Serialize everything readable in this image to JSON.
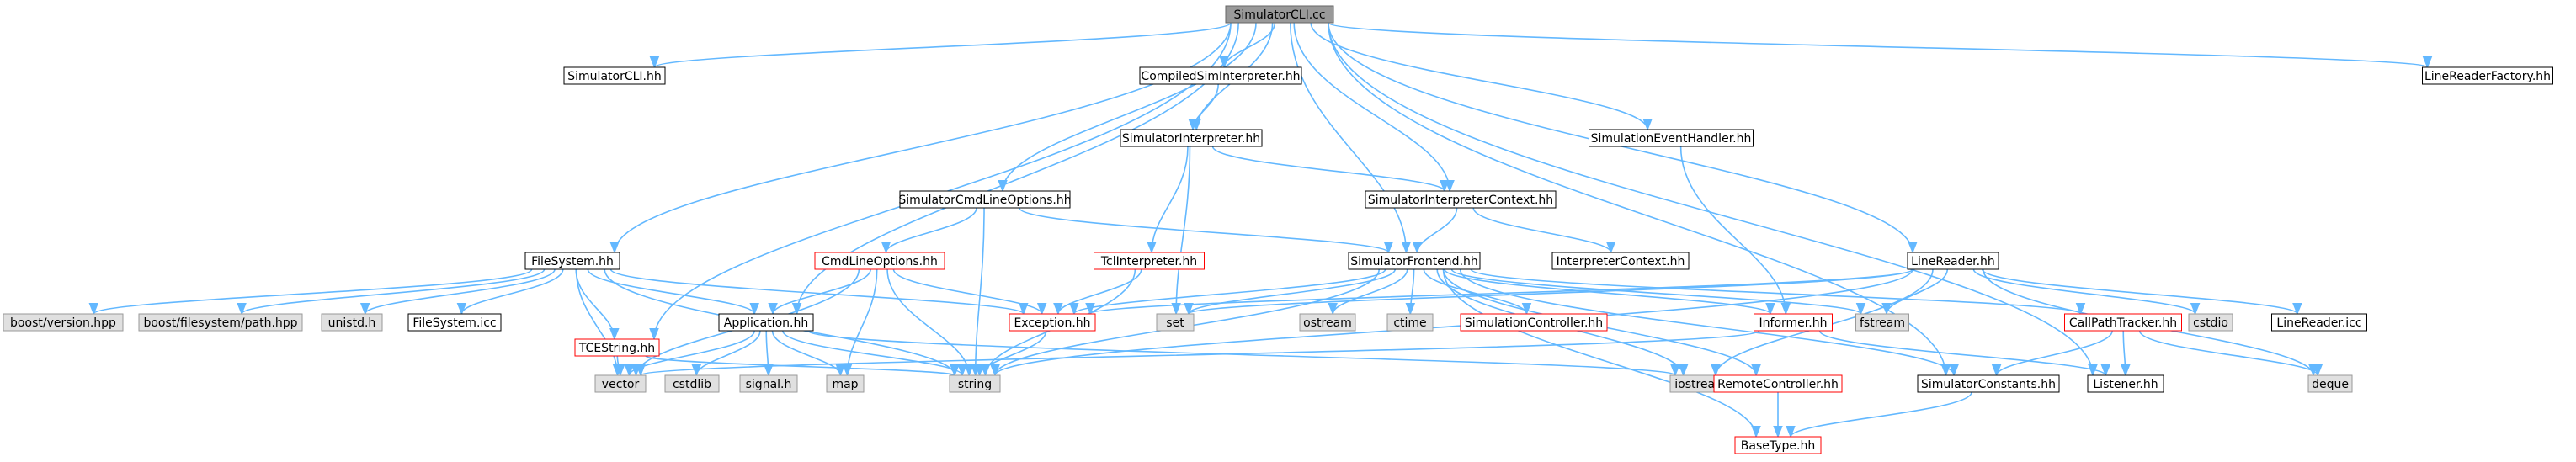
{
  "graph": {
    "colors": {
      "edge": "#63b8ff",
      "border_plain": "#000000",
      "border_trunc": "#ff0000",
      "border_system": "#999999",
      "fill_plain": "#ffffff",
      "fill_system": "#e0e0e0",
      "fill_root": "#999999"
    },
    "nodes": [
      {
        "id": "root",
        "label": "SimulatorCLI.cc",
        "kind": "root"
      },
      {
        "id": "simcli_hh",
        "label": "SimulatorCLI.hh",
        "kind": "plain"
      },
      {
        "id": "compiled",
        "label": "CompiledSimInterpreter.hh",
        "kind": "plain"
      },
      {
        "id": "linefactory",
        "label": "LineReaderFactory.hh",
        "kind": "plain"
      },
      {
        "id": "siminterp",
        "label": "SimulatorInterpreter.hh",
        "kind": "plain"
      },
      {
        "id": "simevent",
        "label": "SimulationEventHandler.hh",
        "kind": "plain"
      },
      {
        "id": "cmdlineopts",
        "label": "SimulatorCmdLineOptions.hh",
        "kind": "plain"
      },
      {
        "id": "interpctx",
        "label": "SimulatorInterpreterContext.hh",
        "kind": "plain"
      },
      {
        "id": "filesystem",
        "label": "FileSystem.hh",
        "kind": "plain"
      },
      {
        "id": "cmdline",
        "label": "CmdLineOptions.hh",
        "kind": "trunc"
      },
      {
        "id": "tclinterp",
        "label": "TclInterpreter.hh",
        "kind": "trunc"
      },
      {
        "id": "frontend",
        "label": "SimulatorFrontend.hh",
        "kind": "plain"
      },
      {
        "id": "interpctx2",
        "label": "InterpreterContext.hh",
        "kind": "plain"
      },
      {
        "id": "linereader",
        "label": "LineReader.hh",
        "kind": "plain"
      },
      {
        "id": "boostver",
        "label": "boost/version.hpp",
        "kind": "system"
      },
      {
        "id": "boostpath",
        "label": "boost/filesystem/path.hpp",
        "kind": "system"
      },
      {
        "id": "unistd",
        "label": "unistd.h",
        "kind": "system"
      },
      {
        "id": "fsicc",
        "label": "FileSystem.icc",
        "kind": "plain"
      },
      {
        "id": "tcestring",
        "label": "TCEString.hh",
        "kind": "trunc"
      },
      {
        "id": "application",
        "label": "Application.hh",
        "kind": "plain"
      },
      {
        "id": "exception",
        "label": "Exception.hh",
        "kind": "trunc"
      },
      {
        "id": "set",
        "label": "set",
        "kind": "system"
      },
      {
        "id": "ostream",
        "label": "ostream",
        "kind": "system"
      },
      {
        "id": "ctime",
        "label": "ctime",
        "kind": "system"
      },
      {
        "id": "simctrl",
        "label": "SimulationController.hh",
        "kind": "trunc"
      },
      {
        "id": "informer",
        "label": "Informer.hh",
        "kind": "trunc"
      },
      {
        "id": "fstream",
        "label": "fstream",
        "kind": "system"
      },
      {
        "id": "callpath",
        "label": "CallPathTracker.hh",
        "kind": "trunc"
      },
      {
        "id": "cstdio",
        "label": "cstdio",
        "kind": "system"
      },
      {
        "id": "lricc",
        "label": "LineReader.icc",
        "kind": "plain"
      },
      {
        "id": "vector",
        "label": "vector",
        "kind": "system"
      },
      {
        "id": "cstdlib",
        "label": "cstdlib",
        "kind": "system"
      },
      {
        "id": "signalh",
        "label": "signal.h",
        "kind": "system"
      },
      {
        "id": "map",
        "label": "map",
        "kind": "system"
      },
      {
        "id": "string",
        "label": "string",
        "kind": "system"
      },
      {
        "id": "iostream",
        "label": "iostream",
        "kind": "system"
      },
      {
        "id": "remotectrl",
        "label": "RemoteController.hh",
        "kind": "trunc"
      },
      {
        "id": "simconst",
        "label": "SimulatorConstants.hh",
        "kind": "plain"
      },
      {
        "id": "listener",
        "label": "Listener.hh",
        "kind": "plain"
      },
      {
        "id": "deque",
        "label": "deque",
        "kind": "system"
      },
      {
        "id": "basetype",
        "label": "BaseType.hh",
        "kind": "trunc"
      }
    ],
    "edges": [
      [
        "root",
        "simcli_hh"
      ],
      [
        "root",
        "compiled"
      ],
      [
        "root",
        "linefactory"
      ],
      [
        "root",
        "siminterp"
      ],
      [
        "root",
        "simevent"
      ],
      [
        "root",
        "cmdlineopts"
      ],
      [
        "root",
        "interpctx"
      ],
      [
        "root",
        "filesystem"
      ],
      [
        "root",
        "tcestring"
      ],
      [
        "root",
        "application"
      ],
      [
        "root",
        "frontend"
      ],
      [
        "root",
        "linereader"
      ],
      [
        "root",
        "simconst"
      ],
      [
        "root",
        "listener"
      ],
      [
        "compiled",
        "siminterp"
      ],
      [
        "siminterp",
        "tclinterp"
      ],
      [
        "siminterp",
        "interpctx"
      ],
      [
        "siminterp",
        "set"
      ],
      [
        "simevent",
        "informer"
      ],
      [
        "cmdlineopts",
        "cmdline"
      ],
      [
        "cmdlineopts",
        "frontend"
      ],
      [
        "cmdlineopts",
        "string"
      ],
      [
        "interpctx",
        "frontend"
      ],
      [
        "interpctx",
        "interpctx2"
      ],
      [
        "filesystem",
        "boostver"
      ],
      [
        "filesystem",
        "boostpath"
      ],
      [
        "filesystem",
        "unistd"
      ],
      [
        "filesystem",
        "fsicc"
      ],
      [
        "filesystem",
        "tcestring"
      ],
      [
        "filesystem",
        "application"
      ],
      [
        "filesystem",
        "exception"
      ],
      [
        "filesystem",
        "vector"
      ],
      [
        "filesystem",
        "string"
      ],
      [
        "cmdline",
        "exception"
      ],
      [
        "cmdline",
        "application"
      ],
      [
        "cmdline",
        "vector"
      ],
      [
        "cmdline",
        "map"
      ],
      [
        "cmdline",
        "string"
      ],
      [
        "tclinterp",
        "exception"
      ],
      [
        "tclinterp",
        "string"
      ],
      [
        "frontend",
        "exception"
      ],
      [
        "frontend",
        "set"
      ],
      [
        "frontend",
        "ostream"
      ],
      [
        "frontend",
        "ctime"
      ],
      [
        "frontend",
        "simctrl"
      ],
      [
        "frontend",
        "informer"
      ],
      [
        "frontend",
        "fstream"
      ],
      [
        "frontend",
        "callpath"
      ],
      [
        "frontend",
        "iostream"
      ],
      [
        "frontend",
        "remotectrl"
      ],
      [
        "frontend",
        "simconst"
      ],
      [
        "frontend",
        "basetype"
      ],
      [
        "frontend",
        "string"
      ],
      [
        "linereader",
        "exception"
      ],
      [
        "linereader",
        "fstream"
      ],
      [
        "linereader",
        "cstdio"
      ],
      [
        "linereader",
        "lricc"
      ],
      [
        "linereader",
        "deque"
      ],
      [
        "linereader",
        "iostream"
      ],
      [
        "linereader",
        "string"
      ],
      [
        "linereader",
        "set"
      ],
      [
        "tcestring",
        "vector"
      ],
      [
        "tcestring",
        "string"
      ],
      [
        "application",
        "cstdlib"
      ],
      [
        "application",
        "signalh"
      ],
      [
        "application",
        "map"
      ],
      [
        "application",
        "string"
      ],
      [
        "application",
        "iostream"
      ],
      [
        "application",
        "vector"
      ],
      [
        "exception",
        "string"
      ],
      [
        "informer",
        "listener"
      ],
      [
        "informer",
        "vector"
      ],
      [
        "callpath",
        "simconst"
      ],
      [
        "callpath",
        "listener"
      ],
      [
        "callpath",
        "deque"
      ],
      [
        "remotectrl",
        "basetype"
      ],
      [
        "simconst",
        "basetype"
      ]
    ]
  }
}
